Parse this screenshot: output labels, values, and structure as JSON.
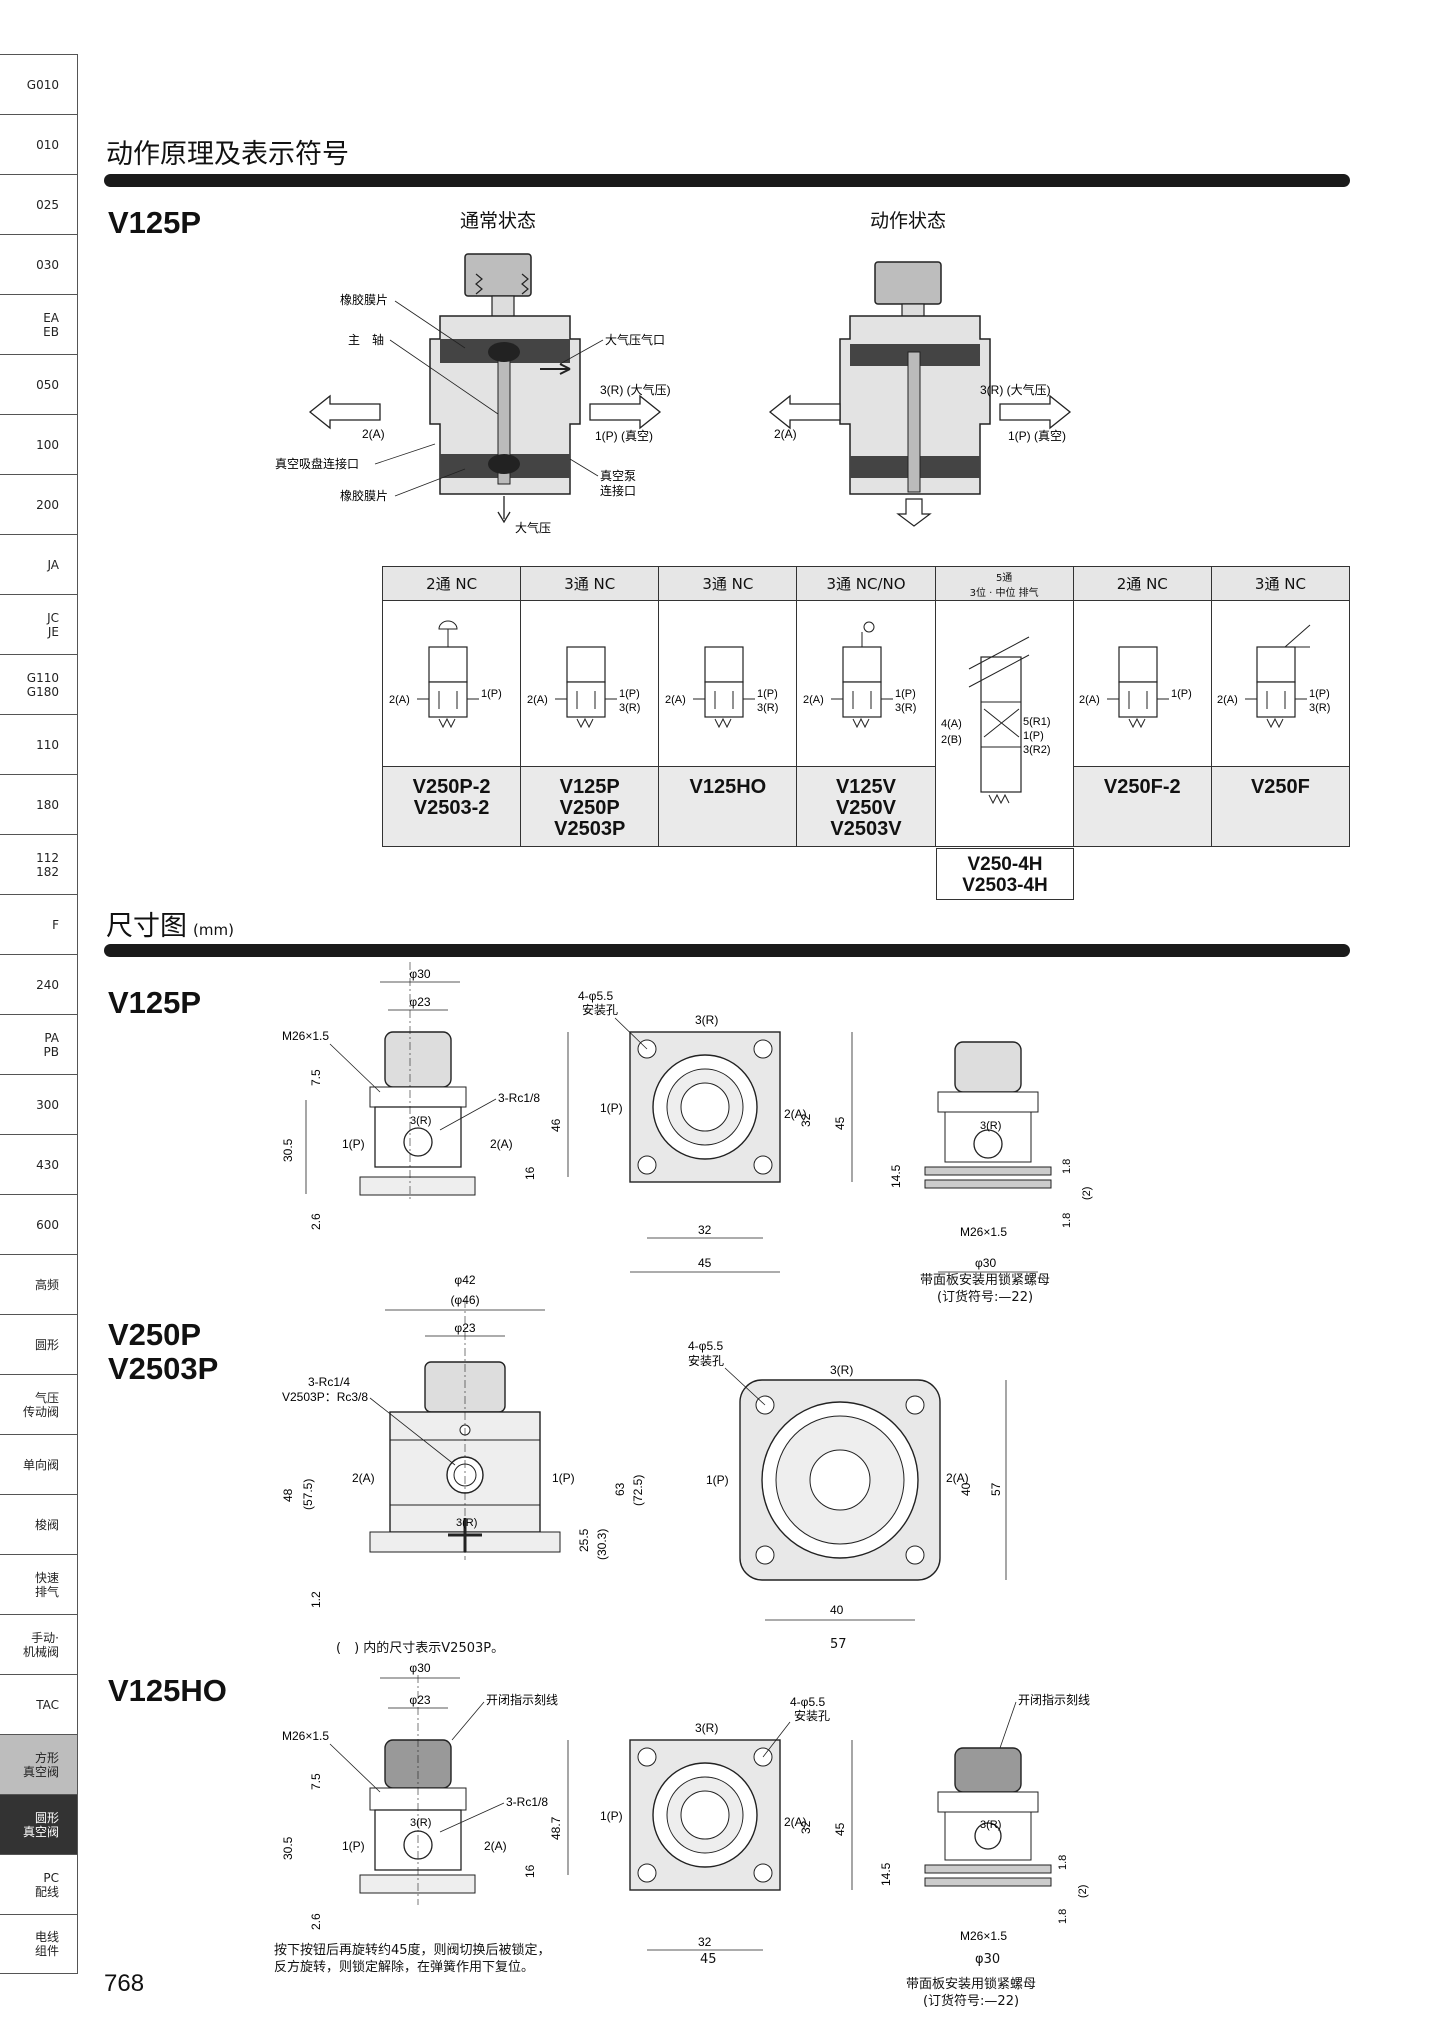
{
  "side_tabs": [
    {
      "label": "G010"
    },
    {
      "label": "010"
    },
    {
      "label": "025"
    },
    {
      "label": "030"
    },
    {
      "label": "EA\nEB"
    },
    {
      "label": "050"
    },
    {
      "label": "100"
    },
    {
      "label": "200"
    },
    {
      "label": "JA"
    },
    {
      "label": "JC\nJE"
    },
    {
      "label": "G110\nG180"
    },
    {
      "label": "110"
    },
    {
      "label": "180"
    },
    {
      "label": "112\n182"
    },
    {
      "label": "F"
    },
    {
      "label": "240"
    },
    {
      "label": "PA\nPB"
    },
    {
      "label": "300"
    },
    {
      "label": "430"
    },
    {
      "label": "600"
    },
    {
      "label": "高频"
    },
    {
      "label": "圆形"
    },
    {
      "label": "气压\n传动阀"
    },
    {
      "label": "单向阀"
    },
    {
      "label": "梭阀"
    },
    {
      "label": "快速\n排气"
    },
    {
      "label": "手动·\n机械阀"
    },
    {
      "label": "TAC"
    },
    {
      "label": "方形\n真空阀"
    },
    {
      "label": "圆形\n真空阀"
    },
    {
      "label": "PC\n配线"
    },
    {
      "label": "电线\n组件"
    }
  ],
  "page_number": "768",
  "section1": {
    "title": "动作原理及表示符号",
    "model": "V125P",
    "normal_state": "通常状态",
    "action_state": "动作状态",
    "labels": {
      "rubber_diaphragm": "橡胶膜片",
      "main_shaft": "主　轴",
      "port_a": "2(A)",
      "vacuum_cup_port": "真空吸盘连接口",
      "rubber_diaphragm2": "橡胶膜片",
      "atm_port": "大气压气口",
      "port_r": "3(R) (大气压)",
      "port_p": "1(P) (真空)",
      "vacuum_pump_port": "真空泵\n连接口",
      "atm": "大气压",
      "port_r2": "3(R) (大气压)",
      "port_a2": "2(A)",
      "port_p2": "1(P) (真空)"
    }
  },
  "symbol_table": {
    "headers": [
      "2通 NC",
      "3通 NC",
      "3通 NC",
      "3通 NC/NO",
      "5通\n3位 · 中位 排气",
      "2通 NC",
      "3通 NC"
    ],
    "models": [
      "V250P-2\nV2503-2",
      "V125P\nV250P\nV2503P",
      "V125HO",
      "V125V\nV250V\nV2503V",
      "",
      "V250F-2",
      "V250F"
    ],
    "extra_model": "V250-4H\nV2503-4H",
    "port_labels": {
      "a": "2(A)",
      "p": "1(P)",
      "r": "3(R)",
      "a4": "4(A)",
      "b2": "2(B)",
      "r1": "5(R1)",
      "p1": "1(P)",
      "r2": "3(R2)"
    }
  },
  "section2": {
    "title": "尺寸图",
    "unit": "(mm)",
    "v125p": {
      "model": "V125P",
      "dims": {
        "phi30": "φ30",
        "phi23": "φ23",
        "m26": "M26×1.5",
        "d7_5": "7.5",
        "d30_5": "30.5",
        "d2_6": "2.6",
        "rc": "3-Rc1/8",
        "r": "3(R)",
        "p": "1(P)",
        "a": "2(A)",
        "d46": "46",
        "d16": "16",
        "holes": "4-φ5.5\n安装孔",
        "d32": "32",
        "d45": "45",
        "d14_5": "14.5",
        "d1_8": "1.8",
        "d2": "(2)",
        "phi30b": "φ30"
      },
      "nut_note": "带面板安装用锁紧螺母\n(订货符号:—22)"
    },
    "v250p": {
      "model": "V250P\nV2503P",
      "dims": {
        "phi42": "φ42",
        "phi46": "(φ46)",
        "phi23": "φ23",
        "rc": "3-Rc1/4\nV2503P：Rc3/8",
        "a": "2(A)",
        "p": "1(P)",
        "r": "3(R)",
        "d48": "48",
        "d57_5": "(57.5)",
        "d63": "63",
        "d72_5": "(72.5)",
        "d25_5": "25.5",
        "d30_3": "(30.3)",
        "d1_2": "1.2",
        "holes": "4-φ5.5\n安装孔",
        "d40": "40",
        "d57": "57"
      },
      "note": "(　) 内的尺寸表示V2503P。"
    },
    "v125ho": {
      "model": "V125HO",
      "dims": {
        "phi30": "φ30",
        "phi23": "φ23",
        "indicator": "开闭指示刻线",
        "m26": "M26×1.5",
        "d7_5": "7.5",
        "d30_5": "30.5",
        "d2_6": "2.6",
        "rc": "3-Rc1/8",
        "r": "3(R)",
        "p": "1(P)",
        "a": "2(A)",
        "d48_7": "48.7",
        "d16": "16",
        "holes": "4-φ5.5\n安装孔",
        "d32": "32",
        "d45": "45",
        "d14_5": "14.5",
        "d1_8": "1.8",
        "d2": "(2)",
        "phi30b": "φ30"
      },
      "lock_note": "按下按钮后再旋转约45度，则阀切换后被锁定，\n反方旋转，则锁定解除，在弹簧作用下复位。",
      "nut_note": "带面板安装用锁紧螺母\n(订货符号:—22)"
    }
  }
}
